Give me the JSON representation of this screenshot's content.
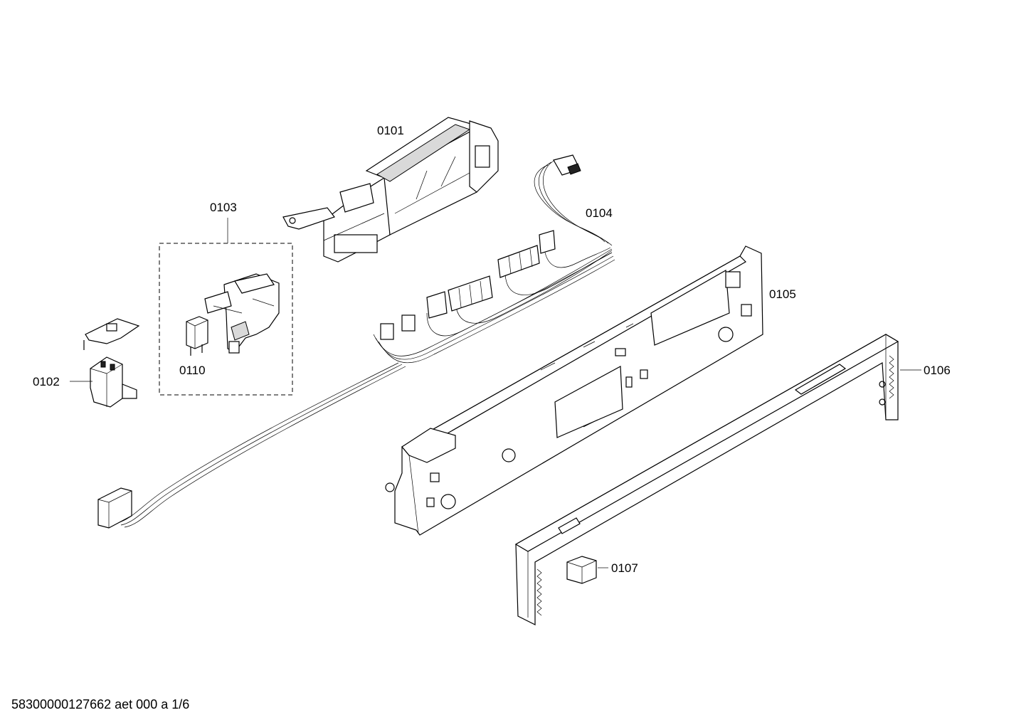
{
  "parts": [
    {
      "id": "0101"
    },
    {
      "id": "0102"
    },
    {
      "id": "0103"
    },
    {
      "id": "0104"
    },
    {
      "id": "0105"
    },
    {
      "id": "0106"
    },
    {
      "id": "0107"
    },
    {
      "id": "0110"
    }
  ],
  "footer": {
    "text": "58300000127662 aet 000 a 1/6"
  }
}
